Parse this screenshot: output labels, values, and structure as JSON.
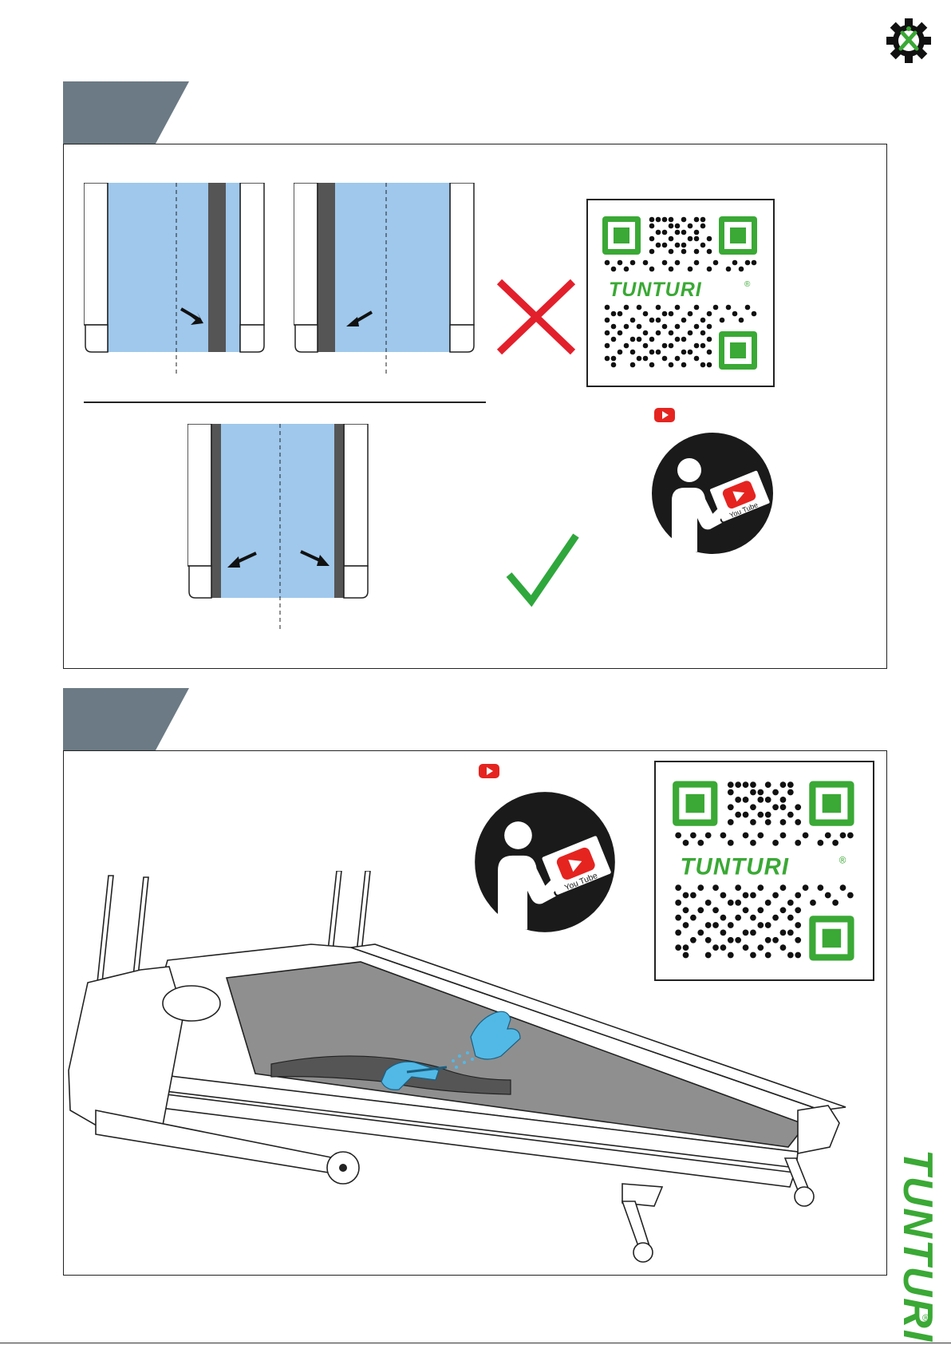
{
  "brand": {
    "name": "TUNTURI",
    "registered": "®",
    "color": "#3aa935"
  },
  "colors": {
    "belt_blue": "#9fc8ec",
    "belt_grey": "#8f8f8f",
    "tab_grey": "#6b7a84",
    "cross_red": "#e2202c",
    "check_green": "#2fa73c",
    "youtube_red": "#e52420",
    "glove_blue": "#52b9e6"
  },
  "icons": {
    "tools": "gear-wrench-screwdriver-icon",
    "wrong": "red-cross-icon",
    "correct": "green-check-icon",
    "video": "youtube-play-icon",
    "qr": "qr-code-icon"
  },
  "section1": {
    "qr_brand": "TUNTURI",
    "video_label": "You Tube"
  },
  "section2": {
    "qr_brand": "TUNTURI",
    "video_label": "You Tube"
  }
}
